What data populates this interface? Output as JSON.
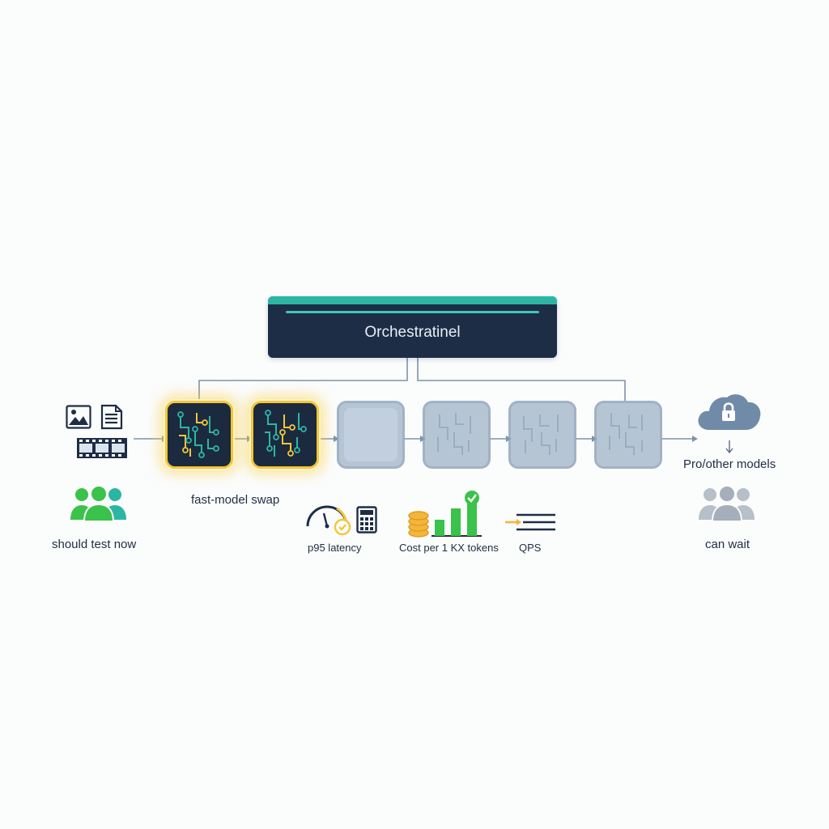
{
  "orchestrator": {
    "title": "Orchestratinel"
  },
  "pipeline": {
    "active_label": "fast-model swap",
    "left_group_label": "should test now",
    "right_target_label": "Pro/other models",
    "right_group_label": "can wait"
  },
  "metrics": {
    "latency": "p95 latency",
    "cost": "Cost per 1 KX tokens",
    "qps": "QPS"
  },
  "colors": {
    "navy": "#1e2d46",
    "teal": "#2bb6a3",
    "gold": "#f3c53a",
    "green": "#3ac24a",
    "inactive": "#a8b9cc"
  }
}
